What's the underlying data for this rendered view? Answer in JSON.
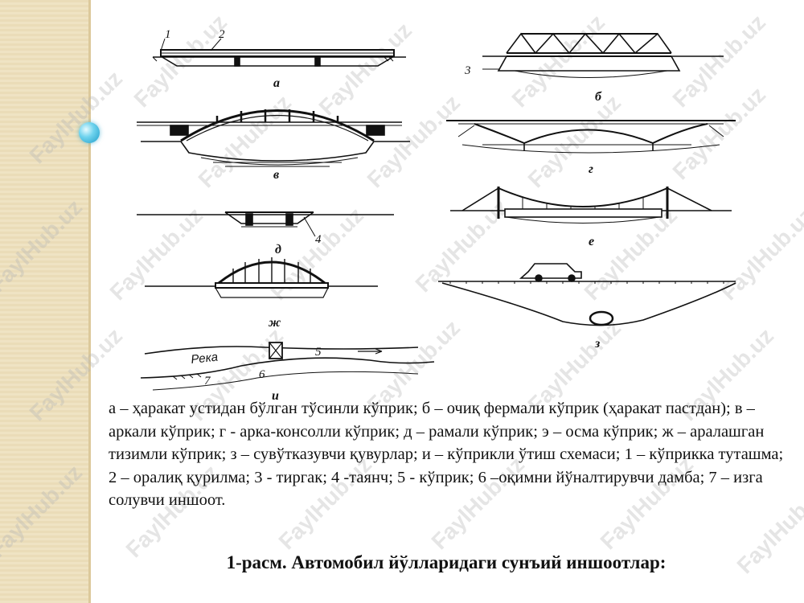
{
  "figure": {
    "panel_labels": [
      "а",
      "б",
      "в",
      "г",
      "д",
      "е",
      "ж",
      "з",
      "и"
    ],
    "part_numbers": [
      "1",
      "2",
      "3",
      "4",
      "5",
      "6",
      "7"
    ],
    "river_label": "Река"
  },
  "caption": "а – ҳаракат устидан бўлган тўсинли кўприк; б – очиқ фермали кўприк (ҳаракат пастдан); в – аркали кўприк; г - арка-консолли кўприк; д – рамали кўприк; э – осма кўприк; ж – аралашган тизимли кўприк; з – сувўтказувчи қувурлар; и – кўприкли ўтиш схемаси;  1 – кўприкка туташма; 2 – оралиқ қурилма; 3 - тиргак; 4 -таянч; 5 - кўприк; 6 –оқимни йўналтирувчи дамба; 7 – изга солувчи иншоот.",
  "title": "1-расм. Автомобил йўлларидаги сунъий иншоотлар:",
  "watermark": "FaylHub.uz"
}
